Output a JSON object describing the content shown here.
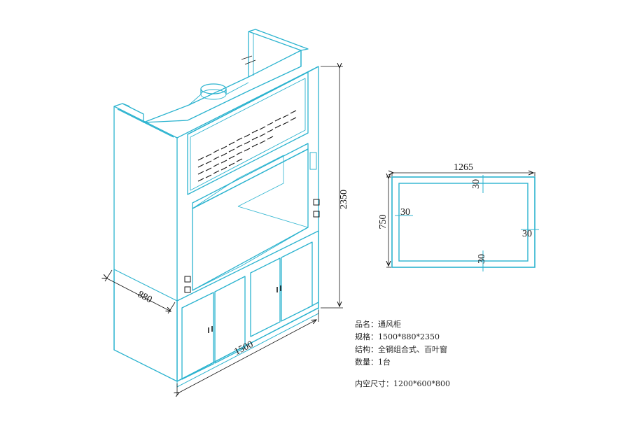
{
  "colors": {
    "outline": "#2bb3cf",
    "dark_line": "#1a1a1a",
    "dimension_tick": "#2bb3cf",
    "background": "#ffffff"
  },
  "elevation_dimensions": {
    "height": "2350",
    "width": "1500",
    "depth": "880"
  },
  "plan_dimensions": {
    "outer_width": "1265",
    "outer_depth": "750",
    "top_wall": "30",
    "left_wall": "30",
    "right_wall": "30",
    "bottom_wall": "30"
  },
  "spec": {
    "name": "品名：通风柜",
    "size": "规格：1500*880*2350",
    "structure": "结构：全钢组合式、百叶窗",
    "quantity": "数量：1台",
    "inner_size": "内空尺寸：1200*600*800"
  }
}
